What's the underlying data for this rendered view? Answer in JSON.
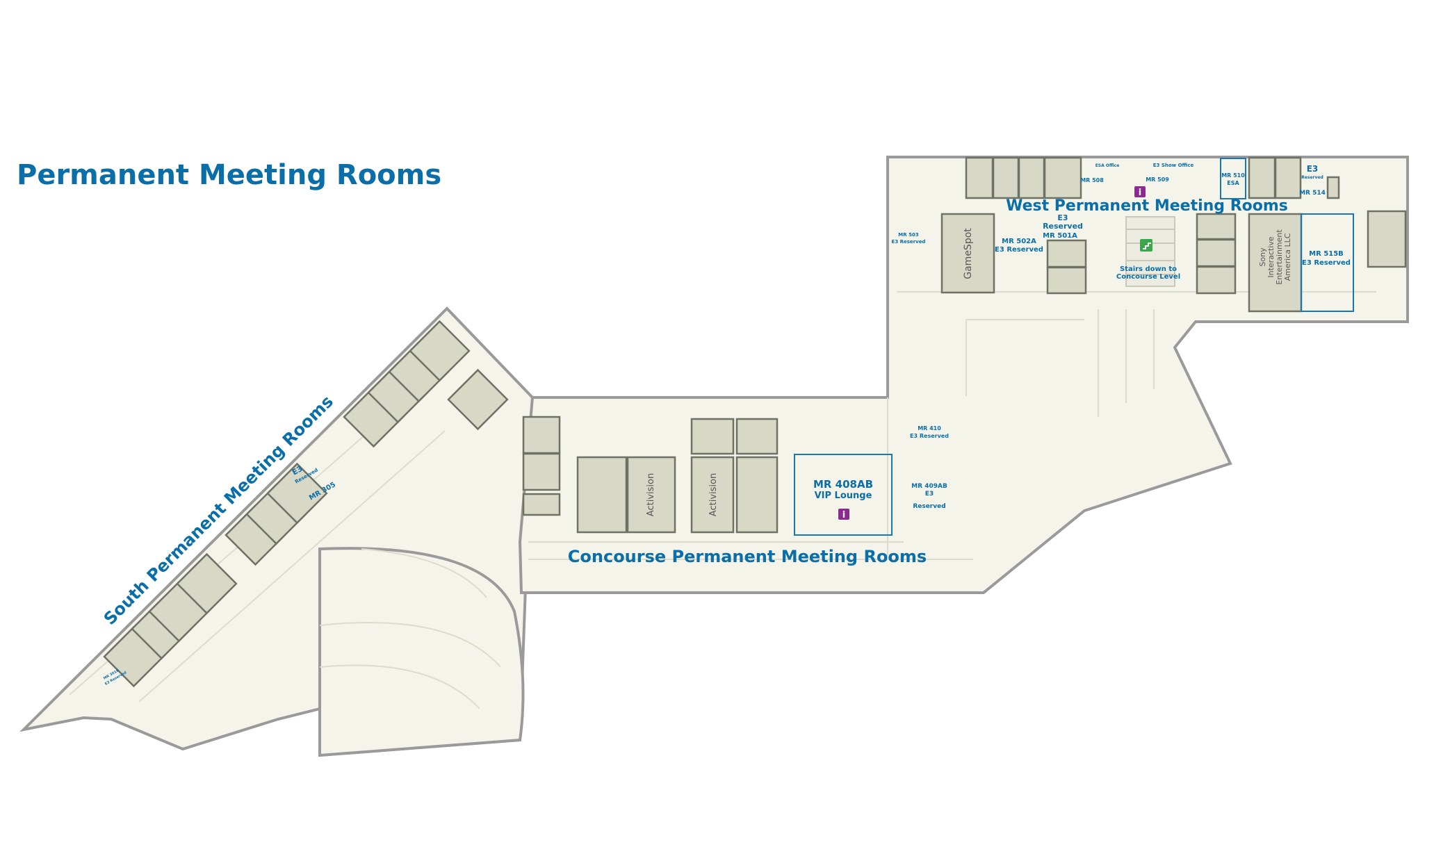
{
  "map": {
    "title": "Permanent Meeting Rooms",
    "areas": {
      "south": "South Permanent Meeting Rooms",
      "concourse": "Concourse Permanent Meeting Rooms",
      "west": "West Permanent Meeting Rooms"
    },
    "rooms": {
      "mr408ab_name": "MR 408AB",
      "mr408ab_use": "VIP Lounge",
      "mr410_name": "MR 410",
      "mr410_use": "E3 Reserved",
      "mr409ab_name": "MR 409AB",
      "mr409ab_use1": "E3",
      "mr409ab_use2": "Reserved",
      "mr503_name": "MR 503",
      "mr503_use": "E3 Reserved",
      "mr502a_name": "MR 502A",
      "mr502a_use": "E3 Reserved",
      "mr501a_use1": "E3",
      "mr501a_use2": "Reserved",
      "mr501a_name": "MR 501A",
      "mr508": "MR 508",
      "esa_office": "ESA Office",
      "e3_show_office": "E3 Show Office",
      "mr509": "MR 509",
      "mr510_name": "MR 510",
      "mr510_use": "ESA",
      "e3_reserved_ne_1": "E3",
      "e3_reserved_ne_2": "Reserved",
      "mr514": "MR 514",
      "mr515b_name": "MR 515B",
      "mr515b_use": "E3 Reserved",
      "stairs_1": "Stairs down to",
      "stairs_2": "Concourse Level",
      "mr305": "MR 305",
      "e3_south_1": "E3",
      "e3_south_2": "Reserved",
      "mr_sw_name": "MR 301B",
      "mr_sw_use": "E3 Reserved"
    },
    "exhibitors": {
      "gamespot": "GameSpot",
      "activision_1": "Activision",
      "activision_2": "Activision",
      "sony_1": "Sony",
      "sony_2": "Interactive",
      "sony_3": "Entertainment",
      "sony_4": "America LLC"
    },
    "colors": {
      "label_blue": "#0a6ea8",
      "floor": "#f5f4ea",
      "booth": "#d8d8c6",
      "info_purple": "#8b2a8f",
      "stairs_green": "#3aa84a"
    },
    "icons": [
      "info-icon",
      "info-icon",
      "stairs-icon"
    ]
  }
}
